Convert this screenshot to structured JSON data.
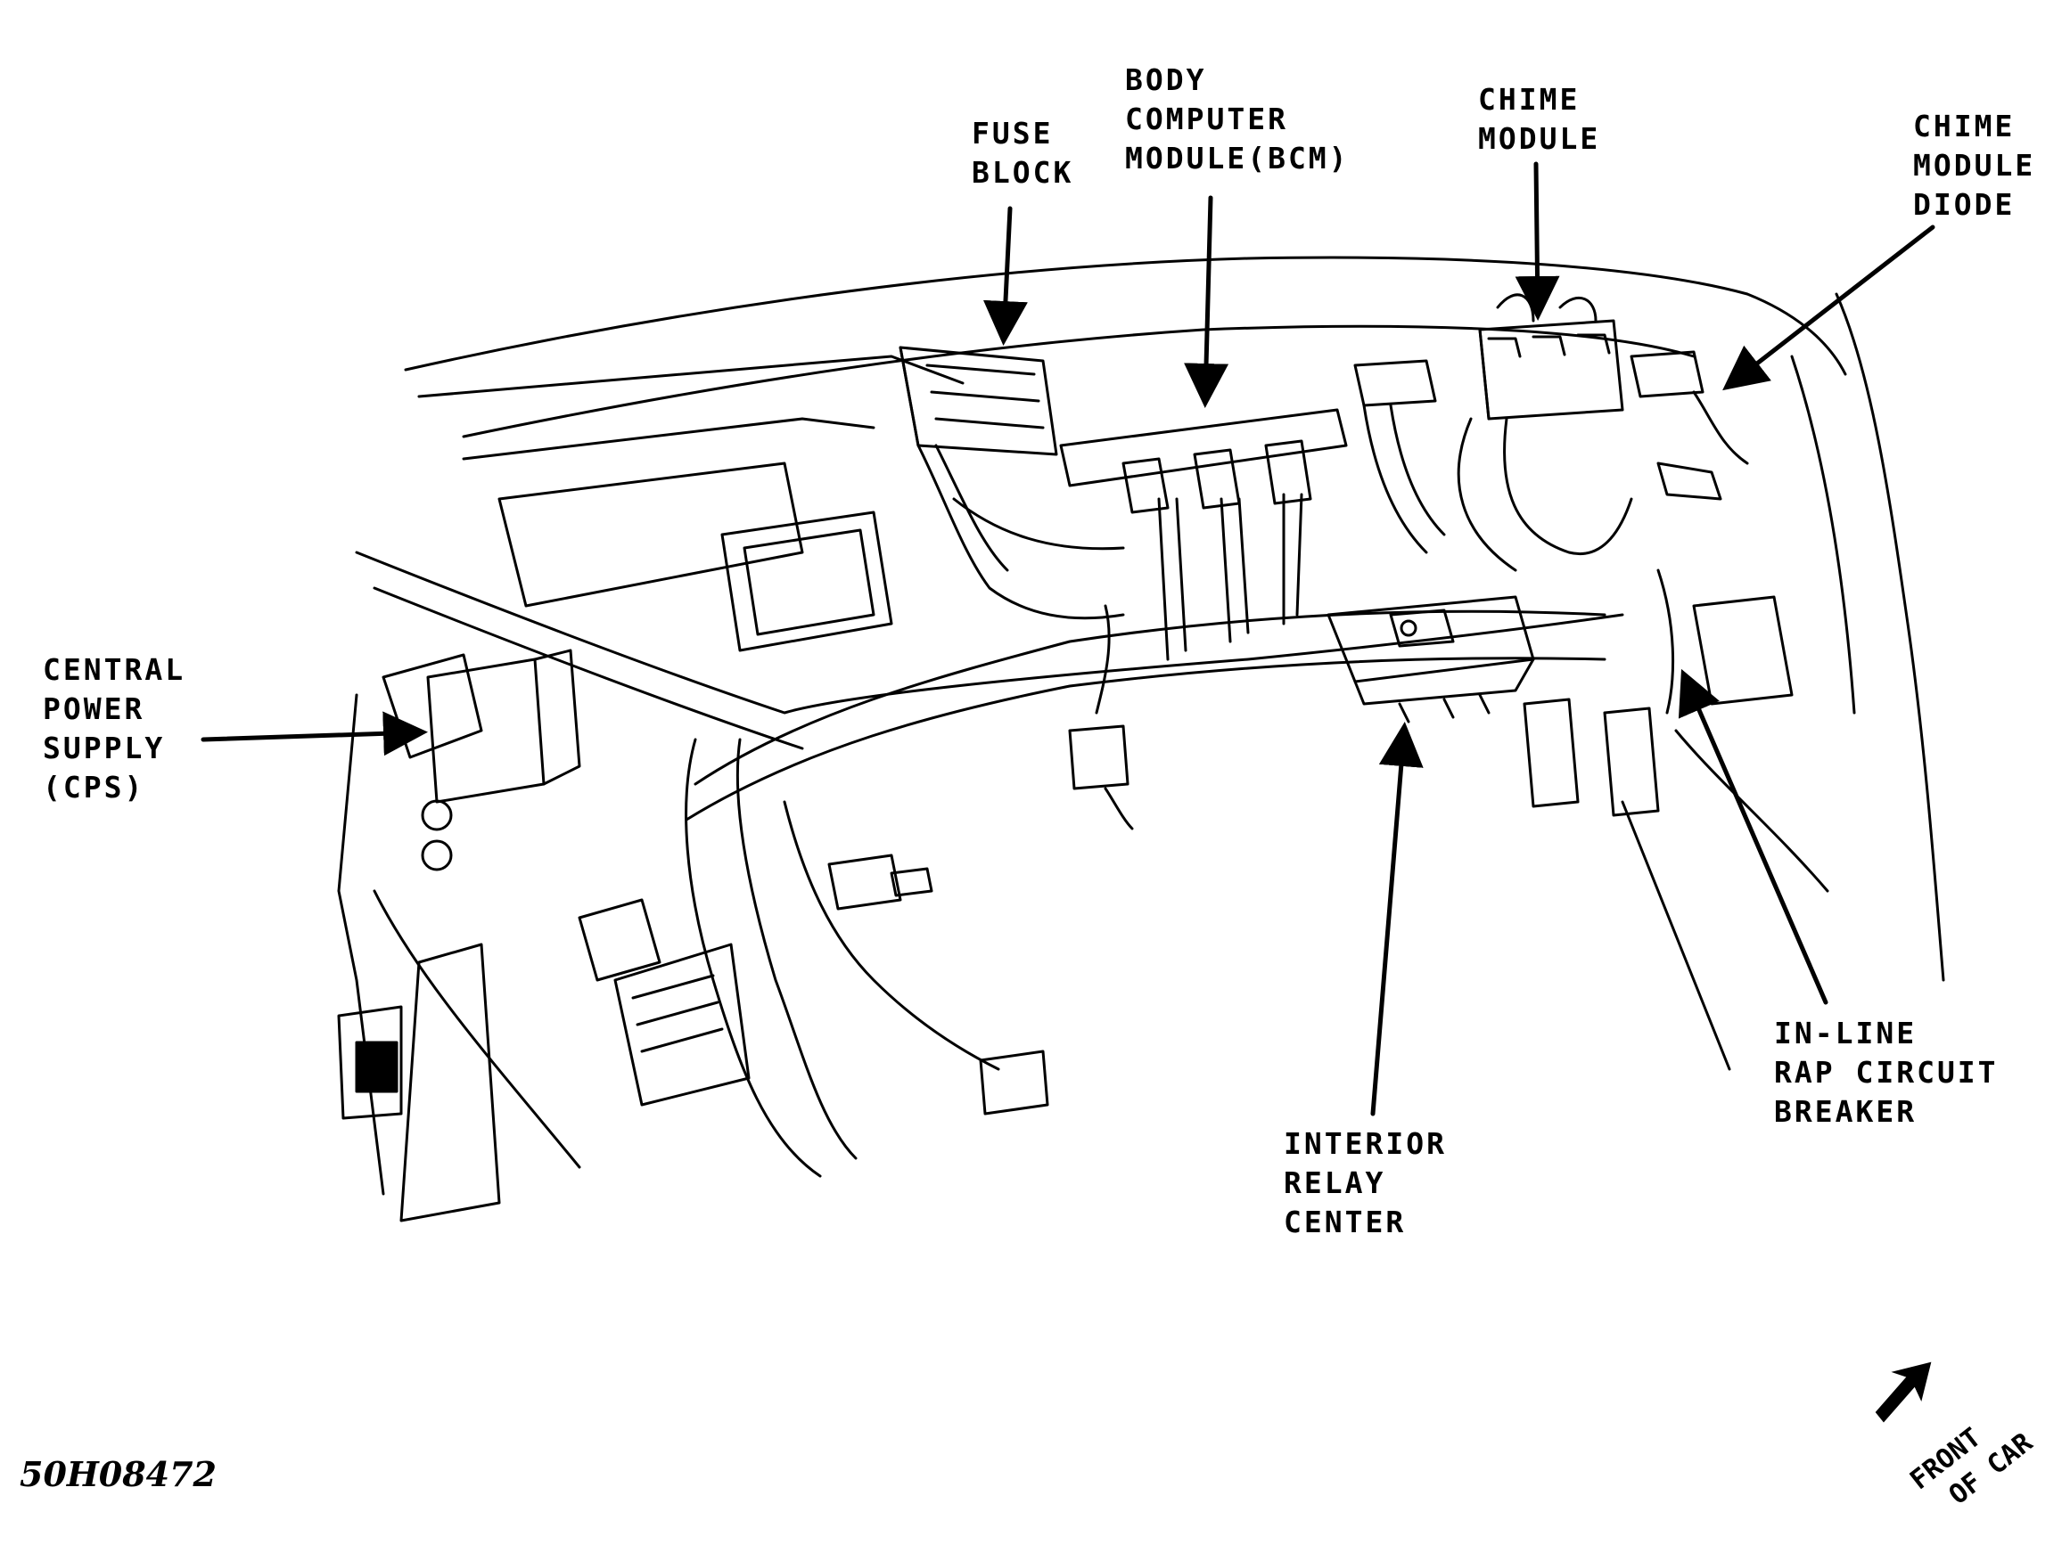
{
  "labels": {
    "fuse_block": [
      "FUSE",
      "BLOCK"
    ],
    "bcm": [
      "BODY",
      "COMPUTER",
      "MODULE(BCM)"
    ],
    "chime_module": [
      "CHIME",
      "MODULE"
    ],
    "chime_module_diode": [
      "CHIME",
      "MODULE",
      "DIODE"
    ],
    "cps": [
      "CENTRAL",
      "POWER",
      "SUPPLY",
      "(CPS)"
    ],
    "interior_relay_center": [
      "INTERIOR",
      "RELAY",
      "CENTER"
    ],
    "rap_breaker": [
      "IN-LINE",
      "RAP CIRCUIT",
      "BREAKER"
    ]
  },
  "front_of_car": [
    "FRONT",
    "OF CAR"
  ],
  "figure_id": "50H08472"
}
